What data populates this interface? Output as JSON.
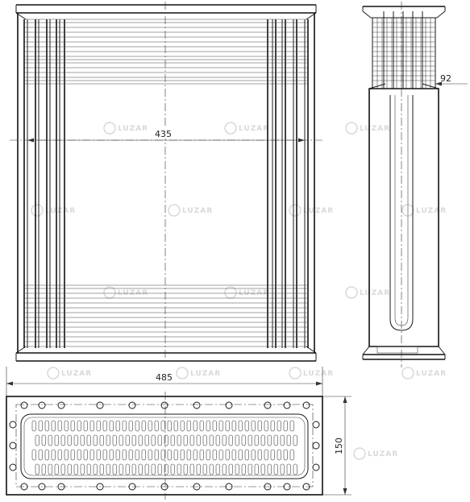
{
  "dimensions": {
    "front_inner_width": "435",
    "side_depth": "92",
    "overall_width": "485",
    "overall_height": "150"
  },
  "watermark": {
    "brand": "LUZAR"
  },
  "colors": {
    "line": "#1a1a1a",
    "watermark": "#d9d9d9",
    "background": "#ffffff"
  }
}
